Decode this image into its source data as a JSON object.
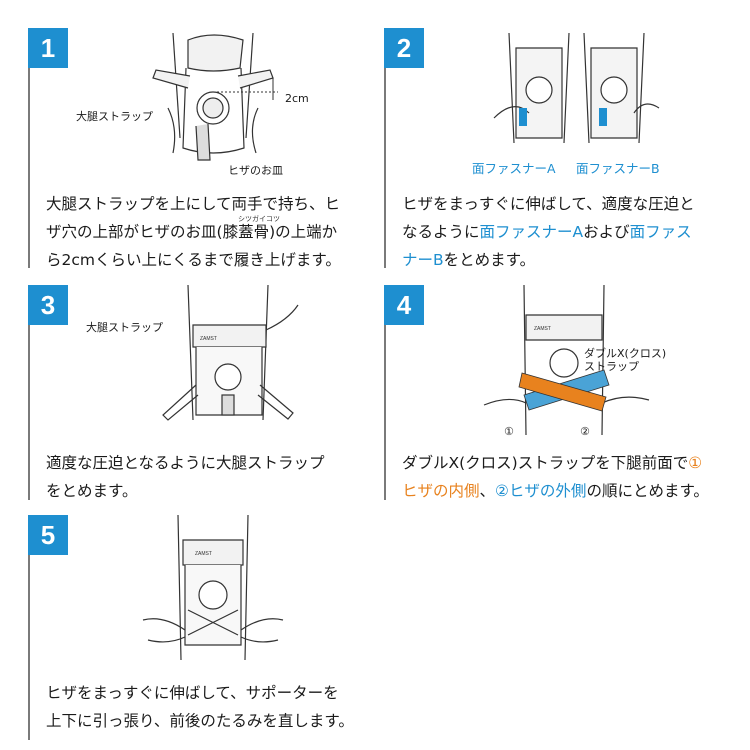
{
  "steps": [
    {
      "number": "1",
      "labels": {
        "thigh_strap": "大腿ストラップ",
        "kneecap": "ヒザのお皿",
        "distance": "2cm"
      },
      "ruby": "シツガイコツ",
      "line1": "大腿ストラップを上にして両手で持ち、ヒ",
      "line2a": "ザ穴の上部がヒザのお皿(",
      "line2b": "膝蓋骨",
      "line2c": ")の上端か",
      "line3": "ら2cmくらい上にくるまで履き上げます。"
    },
    {
      "number": "2",
      "labels": {
        "fastener_a": "面ファスナーA",
        "fastener_b": "面ファスナーB"
      },
      "line1": "ヒザをまっすぐに伸ばして、適度な圧迫と",
      "line2a": "なるように",
      "line2b": "面ファスナーA",
      "line2c": "および",
      "line2d": "面ファス",
      "line3a": "ナーB",
      "line3b": "をとめます。"
    },
    {
      "number": "3",
      "labels": {
        "thigh_strap": "大腿ストラップ",
        "brand": "ZAMST"
      },
      "line1": "適度な圧迫となるように大腿ストラップ",
      "line2": "をとめます。"
    },
    {
      "number": "4",
      "labels": {
        "double_x_1": "ダブルX(クロス)",
        "double_x_2": "ストラップ",
        "mark1": "①",
        "mark2": "②",
        "brand": "ZAMST"
      },
      "line1a": "ダブルX(クロス)ストラップを下腿前面で",
      "line1b": "①",
      "line2a": "ヒザの内側",
      "line2b": "、",
      "line2c": "②ヒザの外側",
      "line2d": "の順にとめます。"
    },
    {
      "number": "5",
      "labels": {
        "brand": "ZAMST"
      },
      "line1": "ヒザをまっすぐに伸ばして、サポーターを",
      "line2": "上下に引っ張り、前後のたるみを直します。"
    }
  ],
  "colors": {
    "accent_blue": "#1e8fd0",
    "accent_orange": "#e8821e",
    "line_gray": "#7a7a7a"
  }
}
